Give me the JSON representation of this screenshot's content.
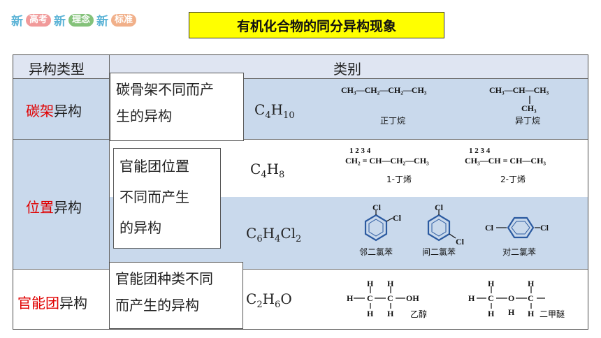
{
  "brand": {
    "w1": "新",
    "w2": "高考",
    "w3": "新",
    "w4": "理念",
    "w5": "新",
    "w6": "标准"
  },
  "title": "有机化合物的同分异构现象",
  "table": {
    "header_type": "异构类型",
    "header_cat": "类别",
    "rows": [
      {
        "type_red": "碳架",
        "type_rest": "异构",
        "desc": "碳骨架不同而产生的异构",
        "formula_html": "C<sub>4</sub>H<sub>10</sub>"
      },
      {
        "type_red": "位置",
        "type_rest": "异构",
        "desc": "官能团位置不同而产生的异构",
        "formula1_html": "C<sub>4</sub>H<sub>8</sub>",
        "formula2_html": "C<sub>6</sub>H<sub>4</sub>Cl<sub>2</sub>"
      },
      {
        "type_red": "官能团",
        "type_rest": "异构",
        "desc": "官能团种类不同而产生的异构",
        "formula_html": "C<sub>2</sub>H<sub>6</sub>O"
      }
    ]
  },
  "desc_lines": {
    "r1": [
      "碳骨架不同而产",
      "生的异构"
    ],
    "r2": [
      "官能团位置",
      "不同而产生",
      "的异构"
    ],
    "r3": [
      "官能团种类不同",
      "而产生的异构"
    ]
  },
  "structures": {
    "butane": {
      "formula": "CH₃—CH₂—CH₂—CH₃",
      "label": "正丁烷"
    },
    "isobutane": {
      "top": "CH₃—CH—CH₃",
      "branch": "CH₃",
      "label": "异丁烷"
    },
    "butene1": {
      "nums": "1     2      3      4",
      "formula": "CH₂ = CH—CH₂—CH₃",
      "label": "1-丁烯"
    },
    "butene2": {
      "nums": "1       2       3      4",
      "formula": "CH₃—CH = CH—CH₃",
      "label": "2-丁烯"
    },
    "ortho": {
      "label": "邻二氯苯",
      "cl": "Cl"
    },
    "meta": {
      "label": "间二氯苯",
      "cl": "Cl"
    },
    "para": {
      "label": "对二氯苯",
      "cl": "Cl"
    },
    "ethanol": {
      "label": "乙醇",
      "h": "H",
      "c": "C",
      "oh": "OH"
    },
    "ether": {
      "label": "二甲醚",
      "h": "H",
      "c": "C",
      "o": "O"
    }
  },
  "colors": {
    "row_blue": "#c9d9ec",
    "header_bg": "#dfe5f2",
    "title_bg": "#ffff00",
    "red": "#e00000"
  }
}
